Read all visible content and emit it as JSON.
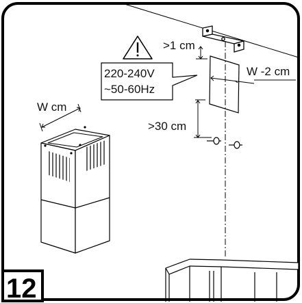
{
  "step_number": "12",
  "warning": {
    "icon": "warning-triangle-icon",
    "voltage": "220-240V",
    "frequency": "~50-60Hz"
  },
  "dimensions": {
    "top_clearance": ">1 cm",
    "side_offset": "W -2 cm",
    "bracket_gap": ">30 cm",
    "chimney_width": "W cm"
  }
}
